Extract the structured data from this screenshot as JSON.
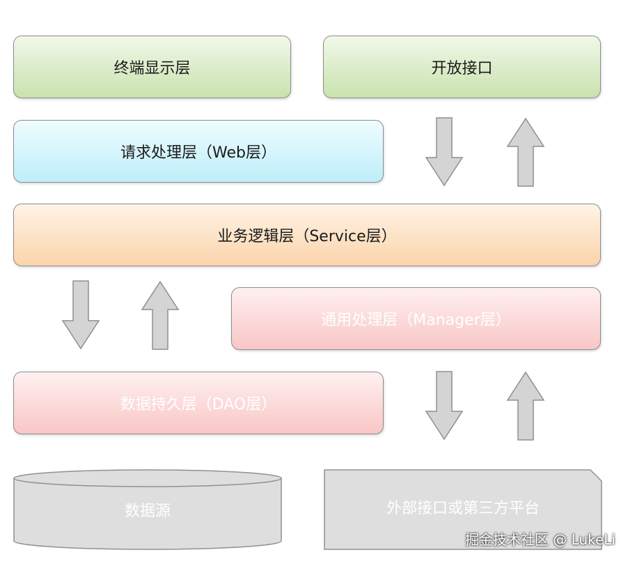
{
  "layers": {
    "terminal": "终端显示层",
    "open_api": "开放接口",
    "web": "请求处理层（Web层）",
    "service": "业务逻辑层（Service层）",
    "manager": "通用处理层（Manager层）",
    "dao": "数据持久层（DAO层）",
    "datasource": "数据源",
    "external": "外部接口或第三方平台"
  },
  "watermark": "掘金技术社区 @ LukeLi",
  "colors": {
    "green": "#c9e2ad",
    "blue": "#bfeef9",
    "orange": "#fbd4ab",
    "pink": "#f9c6c6",
    "gray": "#dedede"
  }
}
